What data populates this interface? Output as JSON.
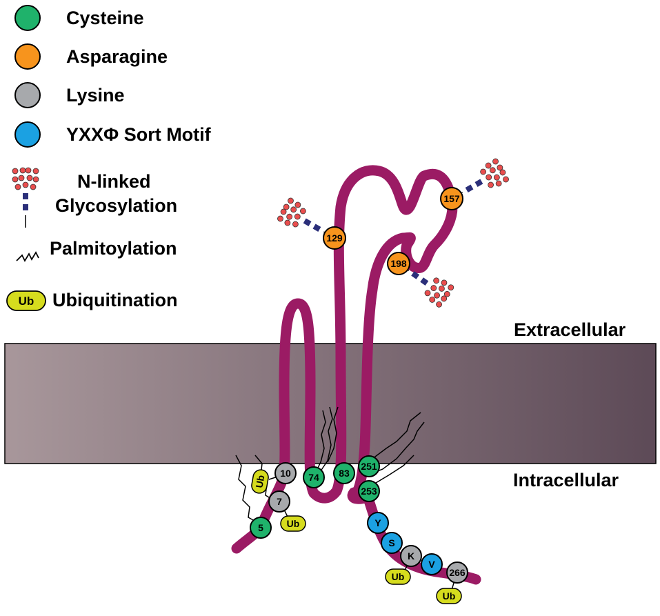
{
  "legend": {
    "cysteine": "Cysteine",
    "asparagine": "Asparagine",
    "lysine": "Lysine",
    "sort_motif": "YXXΦ Sort Motif",
    "glyco_line1": "N-linked",
    "glyco_line2": "Glycosylation",
    "palmitoylation": "Palmitoylation",
    "ubiquitination": "Ubiquitination",
    "ub_badge": "Ub"
  },
  "regions": {
    "extracellular": "Extracellular",
    "intracellular": "Intracellular"
  },
  "colors": {
    "cysteine": "#1fb26b",
    "asparagine": "#f7941d",
    "lysine": "#a7a9ac",
    "sort_motif": "#1ba1e2",
    "chain": "#9b1b64",
    "ub": "#d6dc1e",
    "glycan_red": "#e94e4e",
    "glycan_blue": "#2b2f7a",
    "membrane_left": "#a8979b",
    "membrane_right": "#5d4a57"
  },
  "residues": {
    "r5": "5",
    "r7": "7",
    "r10": "10",
    "r74": "74",
    "r83": "83",
    "r251": "251",
    "r253": "253",
    "y": "Y",
    "s": "S",
    "k": "K",
    "v": "V",
    "r266": "266",
    "r129": "129",
    "r157": "157",
    "r198": "198"
  },
  "ub": {
    "a": "Ub",
    "b": "Ub",
    "c": "Ub",
    "d": "Ub"
  }
}
